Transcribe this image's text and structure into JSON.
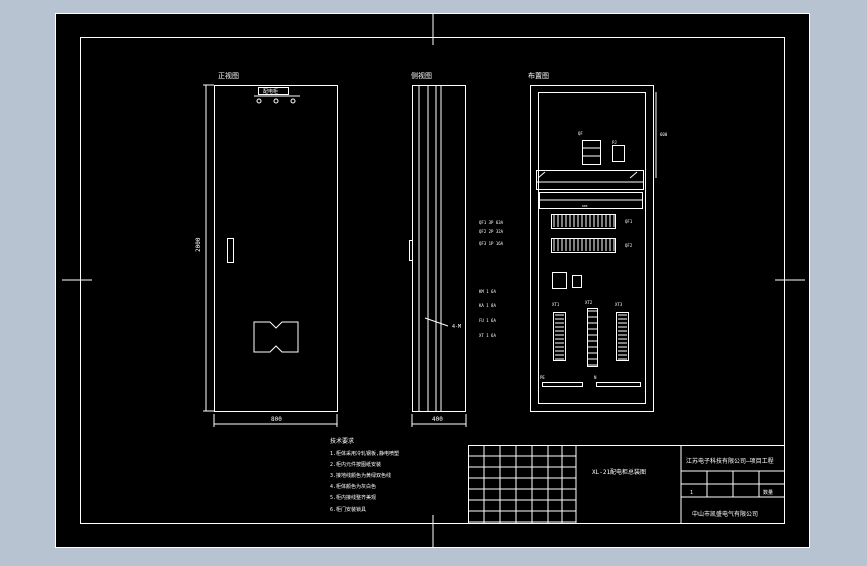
{
  "views": {
    "front_title": "正视图",
    "side_title": "侧视图",
    "layout_title": "布置图"
  },
  "dimensions": {
    "height": "2000",
    "width": "800",
    "depth": "400",
    "inner_width": "600"
  },
  "front_panel": {
    "nameplate": "配电柜"
  },
  "notes": {
    "heading": "技术要求",
    "items": [
      "1.柜体采用冷轧钢板,静电喷塑",
      "2.柜内元件按图纸安装",
      "3.接地线颜色为黄绿双色线",
      "4.柜体颜色为灰白色",
      "5.柜内接线整齐美观",
      "6.柜门安装锁具"
    ]
  },
  "title_block": {
    "drawing_name": "XL-21配电柜总装图",
    "company": "江苏电子科技有限公司—项目工程",
    "maker": "中山市凯盛电气有限公司",
    "unit": "数量",
    "sheet": "1"
  }
}
